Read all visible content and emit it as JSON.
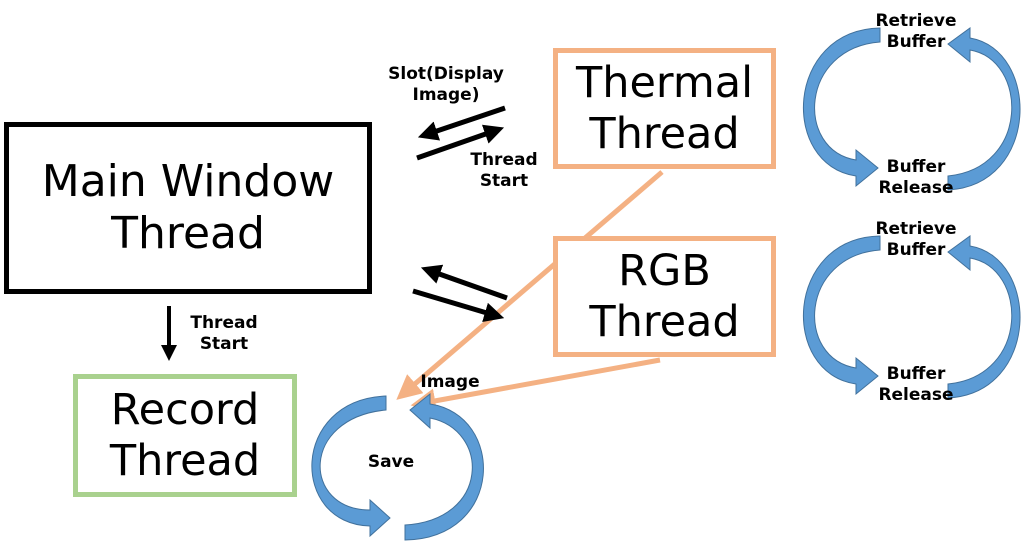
{
  "nodes": {
    "main": {
      "line1": "Main Window",
      "line2": "Thread",
      "border_color": "#000000"
    },
    "thermal": {
      "line1": "Thermal",
      "line2": "Thread",
      "border_color": "#f4b183"
    },
    "rgb": {
      "line1": "RGB",
      "line2": "Thread",
      "border_color": "#f4b183"
    },
    "record": {
      "line1": "Record",
      "line2": "Thread",
      "border_color": "#a9d18e"
    }
  },
  "labels": {
    "slot_display_image": {
      "line1": "Slot(Display",
      "line2": "Image)"
    },
    "thermal_thread_start": {
      "line1": "Thread",
      "line2": "Start"
    },
    "record_thread_start": {
      "line1": "Thread",
      "line2": "Start"
    },
    "image": "Image",
    "save": "Save",
    "thermal_loop_top": {
      "line1": "Retrieve",
      "line2": "Buffer"
    },
    "thermal_loop_bottom": {
      "line1": "Buffer",
      "line2": "Release"
    },
    "rgb_loop_top": {
      "line1": "Retrieve",
      "line2": "Buffer"
    },
    "rgb_loop_bottom": {
      "line1": "Buffer",
      "line2": "Release"
    }
  },
  "colors": {
    "loop_arrow_light": "#5b9bd5",
    "loop_arrow_dark": "#41719c",
    "image_flow": "#f4b183",
    "control_arrow": "#000000"
  }
}
